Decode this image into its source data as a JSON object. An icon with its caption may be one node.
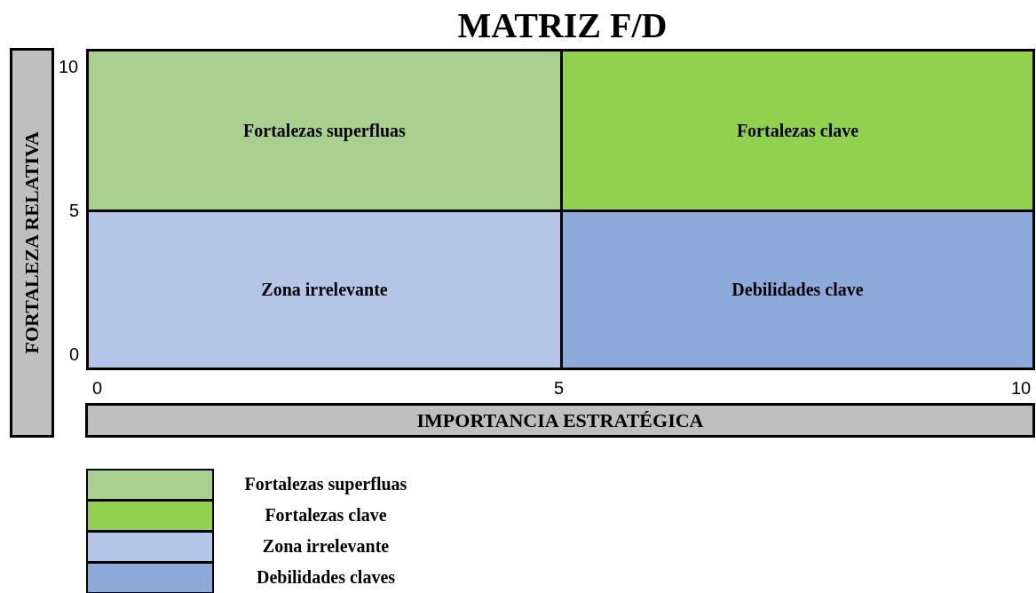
{
  "diagram": {
    "title": "MATRIZ F/D",
    "nodes": [
      {
        "text": [
          "Fortalezas superfluas"
        ]
      },
      {
        "text": [
          "Fortalezas clave"
        ]
      },
      {
        "text": [
          "Zona irrelevante"
        ]
      },
      {
        "text": [
          "Debilidades clave"
        ]
      },
      {
        "text": [
          "FORTALEZA RELATIVA"
        ]
      },
      {
        "text": [
          "IMPORTANCIA ESTRATÉGICA"
        ]
      }
    ],
    "edges": [],
    "labels": [
      "10",
      "5",
      "0",
      "0",
      "5",
      "10"
    ],
    "legend": [
      {
        "text": "Fortalezas superfluas",
        "color": "#a9d08e"
      },
      {
        "text": "Fortalezas clave",
        "color": "#92d050"
      },
      {
        "text": "Zona irrelevante",
        "color": "#b4c6e7"
      },
      {
        "text": "Debilidades claves",
        "color": "#8eaadb"
      }
    ]
  }
}
